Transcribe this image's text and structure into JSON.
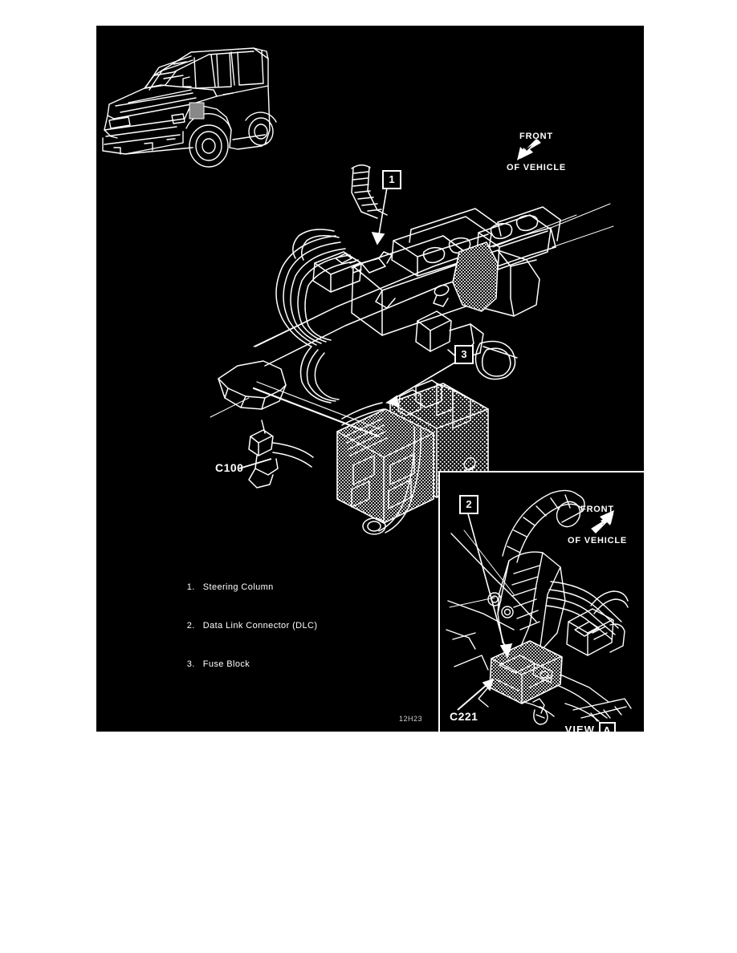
{
  "figure": {
    "figure_id": "12H23",
    "background_color": "#000000",
    "line_color": "#FFFFFF"
  },
  "vehicle_illustration": {
    "name": "pickup-suv-line-drawing",
    "description": "Three-quarter front view line drawing of a sport utility vehicle"
  },
  "front_indicator_main": {
    "line1": "FRONT",
    "line2": "OF VEHICLE",
    "arrow_direction": "down-left"
  },
  "front_indicator_inset": {
    "line1": "FRONT",
    "line2": "OF VEHICLE",
    "arrow_direction": "up-right"
  },
  "callouts": [
    {
      "number": "1",
      "target": "steering-column"
    },
    {
      "number": "3",
      "target": "fuse-block"
    },
    {
      "number": "2",
      "target": "data-link-connector"
    }
  ],
  "connector_labels": {
    "c100": "C100",
    "c221": "C221"
  },
  "view_marker": {
    "prefix": "VIEW",
    "letter": "A"
  },
  "legend": {
    "items": [
      {
        "number": "1.",
        "label": "Steering Column"
      },
      {
        "number": "2.",
        "label": "Data Link Connector (DLC)"
      },
      {
        "number": "3.",
        "label": "Fuse Block"
      }
    ]
  }
}
